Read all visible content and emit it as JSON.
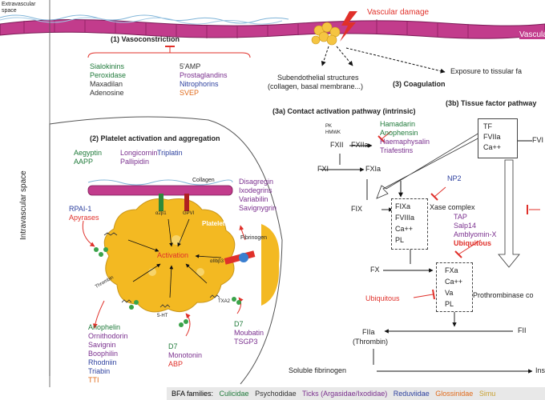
{
  "labels": {
    "extravascular": "Extravascular space",
    "intravascular": "Intravascular space",
    "vascular_damage": "Vascular damage",
    "vascular_cut": "Vascular",
    "subendothelial": "Subendothelial structures",
    "subendothelial_sub": "(collagen, basal membrane...)",
    "exposure": "Exposure to tissular fa",
    "coagulation": "(3) Coagulation",
    "vasoconstriction": "(1) Vasoconstriction",
    "platelet_section": "(2) Platelet activation and aggregation",
    "contact_pathway": "(3a) Contact activation pathway (intrinsic)",
    "tissue_pathway": "(3b) Tissue factor pathway",
    "collagen": "Collagen",
    "a2b1": "α2β1",
    "gpvi": "GPVI",
    "platelet": "Platelet",
    "activation": "Activation",
    "fibrinogen": "Fibrinogen",
    "aiib3": "αIIbβ3",
    "thrombin": "Thrombin",
    "txa2": "TXA2",
    "ht5": "5-HT",
    "xase": "Xase complex",
    "prothrombinase": "Prothrombinase co",
    "fiia_line1": "FIIa",
    "fiia_line2": "(Thrombin)",
    "fii": "FII",
    "soluble_fibrinogen": "Soluble fibrinogen",
    "ins": "Ins"
  },
  "vasoconstriction": {
    "left": [
      "Sialokinins",
      "Peroxidase",
      "Maxadilan",
      "Adenosine"
    ],
    "right": [
      "5'AMP",
      "Prostaglandins",
      "Nitrophorins",
      "SVEP"
    ]
  },
  "platelet_inhibitors": {
    "top_left": [
      "Aegyptin",
      "AAPP"
    ],
    "top_mid": [
      "Longicornin",
      "Pallipidin"
    ],
    "top_right": "Triplatin",
    "rpai": "RPAI-1",
    "apyrases": "Apyrases",
    "disintegrins": [
      "Disagregin",
      "Ixodegrins",
      "Variabilin",
      "Savignygrin"
    ],
    "thrombin_inhibitors": [
      "Anophelin",
      "Ornithodorin",
      "Savignin",
      "Boophilin",
      "Rhodniin",
      "Triabin",
      "TTI"
    ],
    "serotonin": [
      "D7",
      "Monotonin",
      "ABP"
    ],
    "txa2": [
      "D7",
      "Moubatin",
      "TSGP3"
    ]
  },
  "contact": {
    "pk_hmwk": [
      "PK",
      "HMWK"
    ],
    "fxii": "FXII",
    "fxiia": "FXIIa",
    "fxi": "FXI",
    "fxia": "FXIa",
    "fix": "FIX",
    "inhibitors": [
      "Hamadarin",
      "Anophensin",
      "Haemaphysalin",
      "Triafestins"
    ]
  },
  "xase_box": [
    "FIXa",
    "FVIIIa",
    "Ca++",
    "PL"
  ],
  "np2": "NP2",
  "xase_inhibitors": [
    "TAP",
    "Salp14",
    "Amblyomin-X",
    "Ubiquitous"
  ],
  "tf_box": [
    "TF",
    "FVIIa",
    "Ca++"
  ],
  "fvi": "FVI",
  "fx": "FX",
  "prothrombinase_box": [
    "FXa",
    "Ca++",
    "Va",
    "PL"
  ],
  "ubiquitous_left": "Ubiquitous",
  "legend": {
    "title": "BFA families:",
    "items": [
      {
        "name": "Culicidae",
        "color": "#1f7a3a"
      },
      {
        "name": "Psychodidae",
        "color": "#333333"
      },
      {
        "name": "Ticks (Argasidae/Ixodidae)",
        "color": "#7a2f8e"
      },
      {
        "name": "Reduviidae",
        "color": "#2b3f9e"
      },
      {
        "name": "Glossinidae",
        "color": "#e06a1a"
      },
      {
        "name": "Simu",
        "color": "#c8a030"
      }
    ]
  }
}
